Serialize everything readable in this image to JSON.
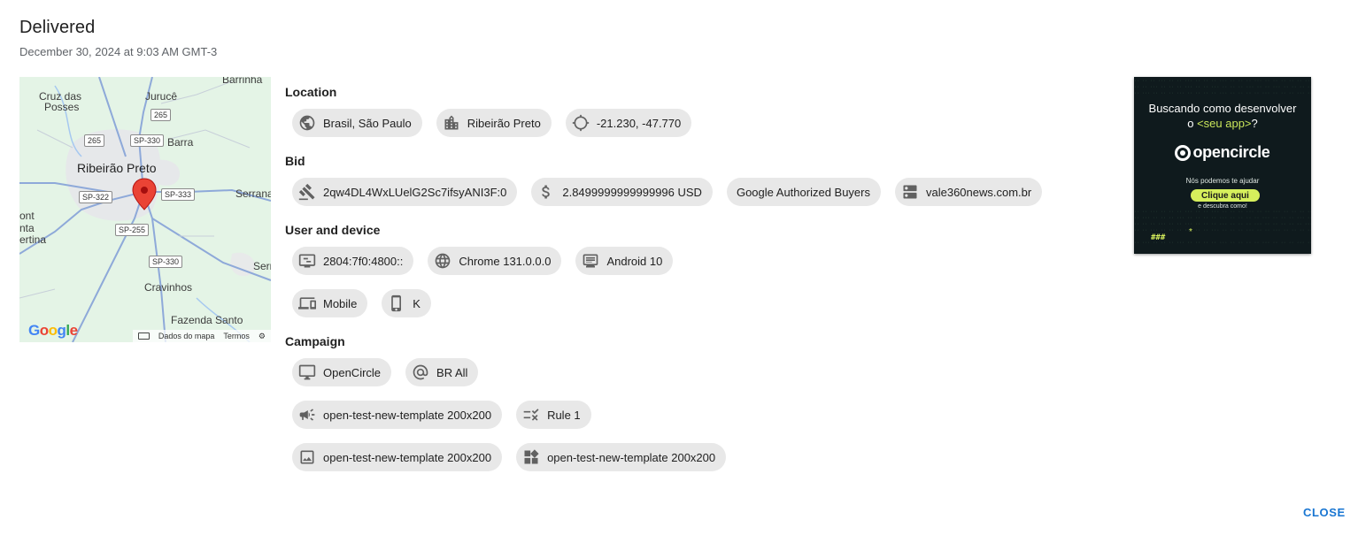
{
  "header": {
    "title": "Delivered",
    "timestamp": "December 30, 2024 at 9:03 AM GMT-3"
  },
  "map": {
    "labels": {
      "barrinha": "Barrinha",
      "cruz": "Cruz das",
      "posses": "Posses",
      "jurucê": "Jurucê",
      "barra": "Barra",
      "ribeirao": "Ribeirão Preto",
      "serrana": "Serrana",
      "ont": "ont",
      "nta": "nta",
      "ertina": "ertina",
      "ser": "Serr",
      "cravinhos": "Cravinhos",
      "fazenda": "Fazenda Santo"
    },
    "routes": {
      "r265a": "265",
      "r265b": "265",
      "sp330a": "SP-330",
      "sp322": "SP-322",
      "sp333": "SP-333",
      "sp255": "SP-255",
      "sp330b": "SP-330"
    },
    "attribution": {
      "data": "Dados do mapa",
      "terms": "Termos"
    },
    "marker_color": "#EA4335"
  },
  "sections": {
    "location": {
      "title": "Location",
      "country": "Brasil, São Paulo",
      "city": "Ribeirão Preto",
      "coords": "-21.230, -47.770"
    },
    "bid": {
      "title": "Bid",
      "id": "2qw4DL4WxLUelG2Sc7ifsyANI3F:0",
      "price": "2.8499999999999996 USD",
      "buyer": "Google Authorized Buyers",
      "site": "vale360news.com.br"
    },
    "device": {
      "title": "User and device",
      "ip": "2804:7f0:4800::",
      "browser": "Chrome 131.0.0.0",
      "os": "Android 10",
      "type": "Mobile",
      "model": "K"
    },
    "campaign": {
      "title": "Campaign",
      "advertiser": "OpenCircle",
      "campaign": "BR All",
      "line_item": "open-test-new-template 200x200",
      "rule": "Rule 1",
      "creative": "open-test-new-template 200x200",
      "template": "open-test-new-template 200x200"
    }
  },
  "ad_preview": {
    "headline_1": "Buscando como desenvolver",
    "headline_2a": "o ",
    "headline_2b": "<seu app>",
    "headline_2c": "?",
    "brand": "opencircle",
    "sub_1": "Nós podemos te ajudar",
    "cta": "Clique aqui",
    "sub_2": "e descubra como!",
    "hash": "###",
    "star": "*",
    "bg_color": "#0f1a1d",
    "accent_color": "#d6ef5c"
  },
  "footer": {
    "close_label": "CLOSE"
  },
  "colors": {
    "chip_bg": "#e8e8e8",
    "primary": "#1976d2"
  }
}
